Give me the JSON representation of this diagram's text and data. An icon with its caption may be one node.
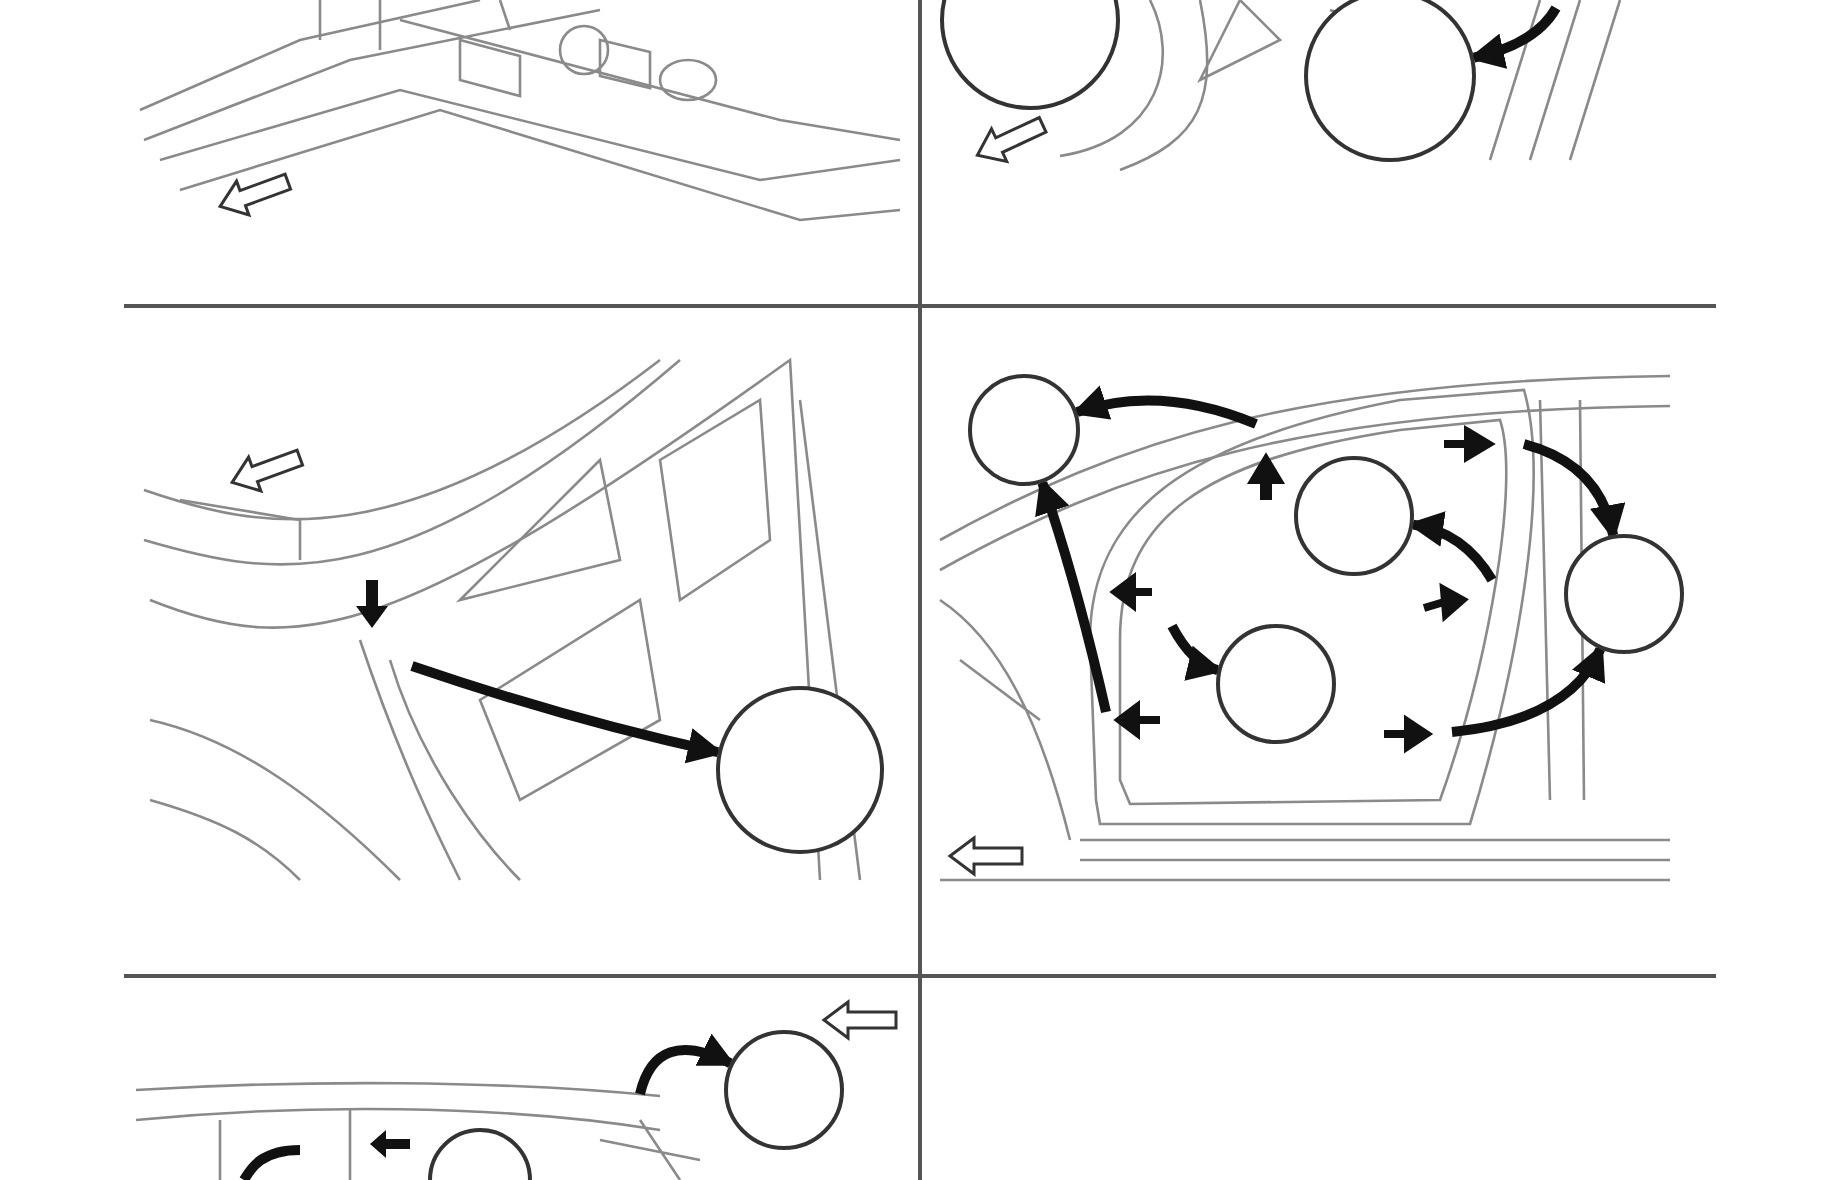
{
  "diagram": {
    "nodes": [
      {
        "text": [],
        "shape": "circle"
      },
      {
        "text": [],
        "shape": "circle"
      },
      {
        "text": [],
        "shape": "circle"
      },
      {
        "text": [],
        "shape": "circle"
      },
      {
        "text": [],
        "shape": "circle"
      },
      {
        "text": [],
        "shape": "circle"
      },
      {
        "text": [],
        "shape": "circle"
      },
      {
        "text": [],
        "shape": "circle"
      }
    ],
    "edges": [
      {
        "from": null,
        "to": 1,
        "arrow": "to"
      },
      {
        "from": null,
        "to": 2,
        "arrow": "to"
      },
      {
        "from": null,
        "to": 3,
        "arrow": "to"
      },
      {
        "from": null,
        "to": 3,
        "arrow": "to"
      },
      {
        "from": null,
        "to": 6,
        "arrow": "to"
      },
      {
        "from": null,
        "to": 4,
        "arrow": "to"
      },
      {
        "from": null,
        "to": 5,
        "arrow": "to"
      },
      {
        "from": null,
        "to": 5,
        "arrow": "to"
      },
      {
        "from": null,
        "to": 7,
        "arrow": "to"
      }
    ]
  }
}
